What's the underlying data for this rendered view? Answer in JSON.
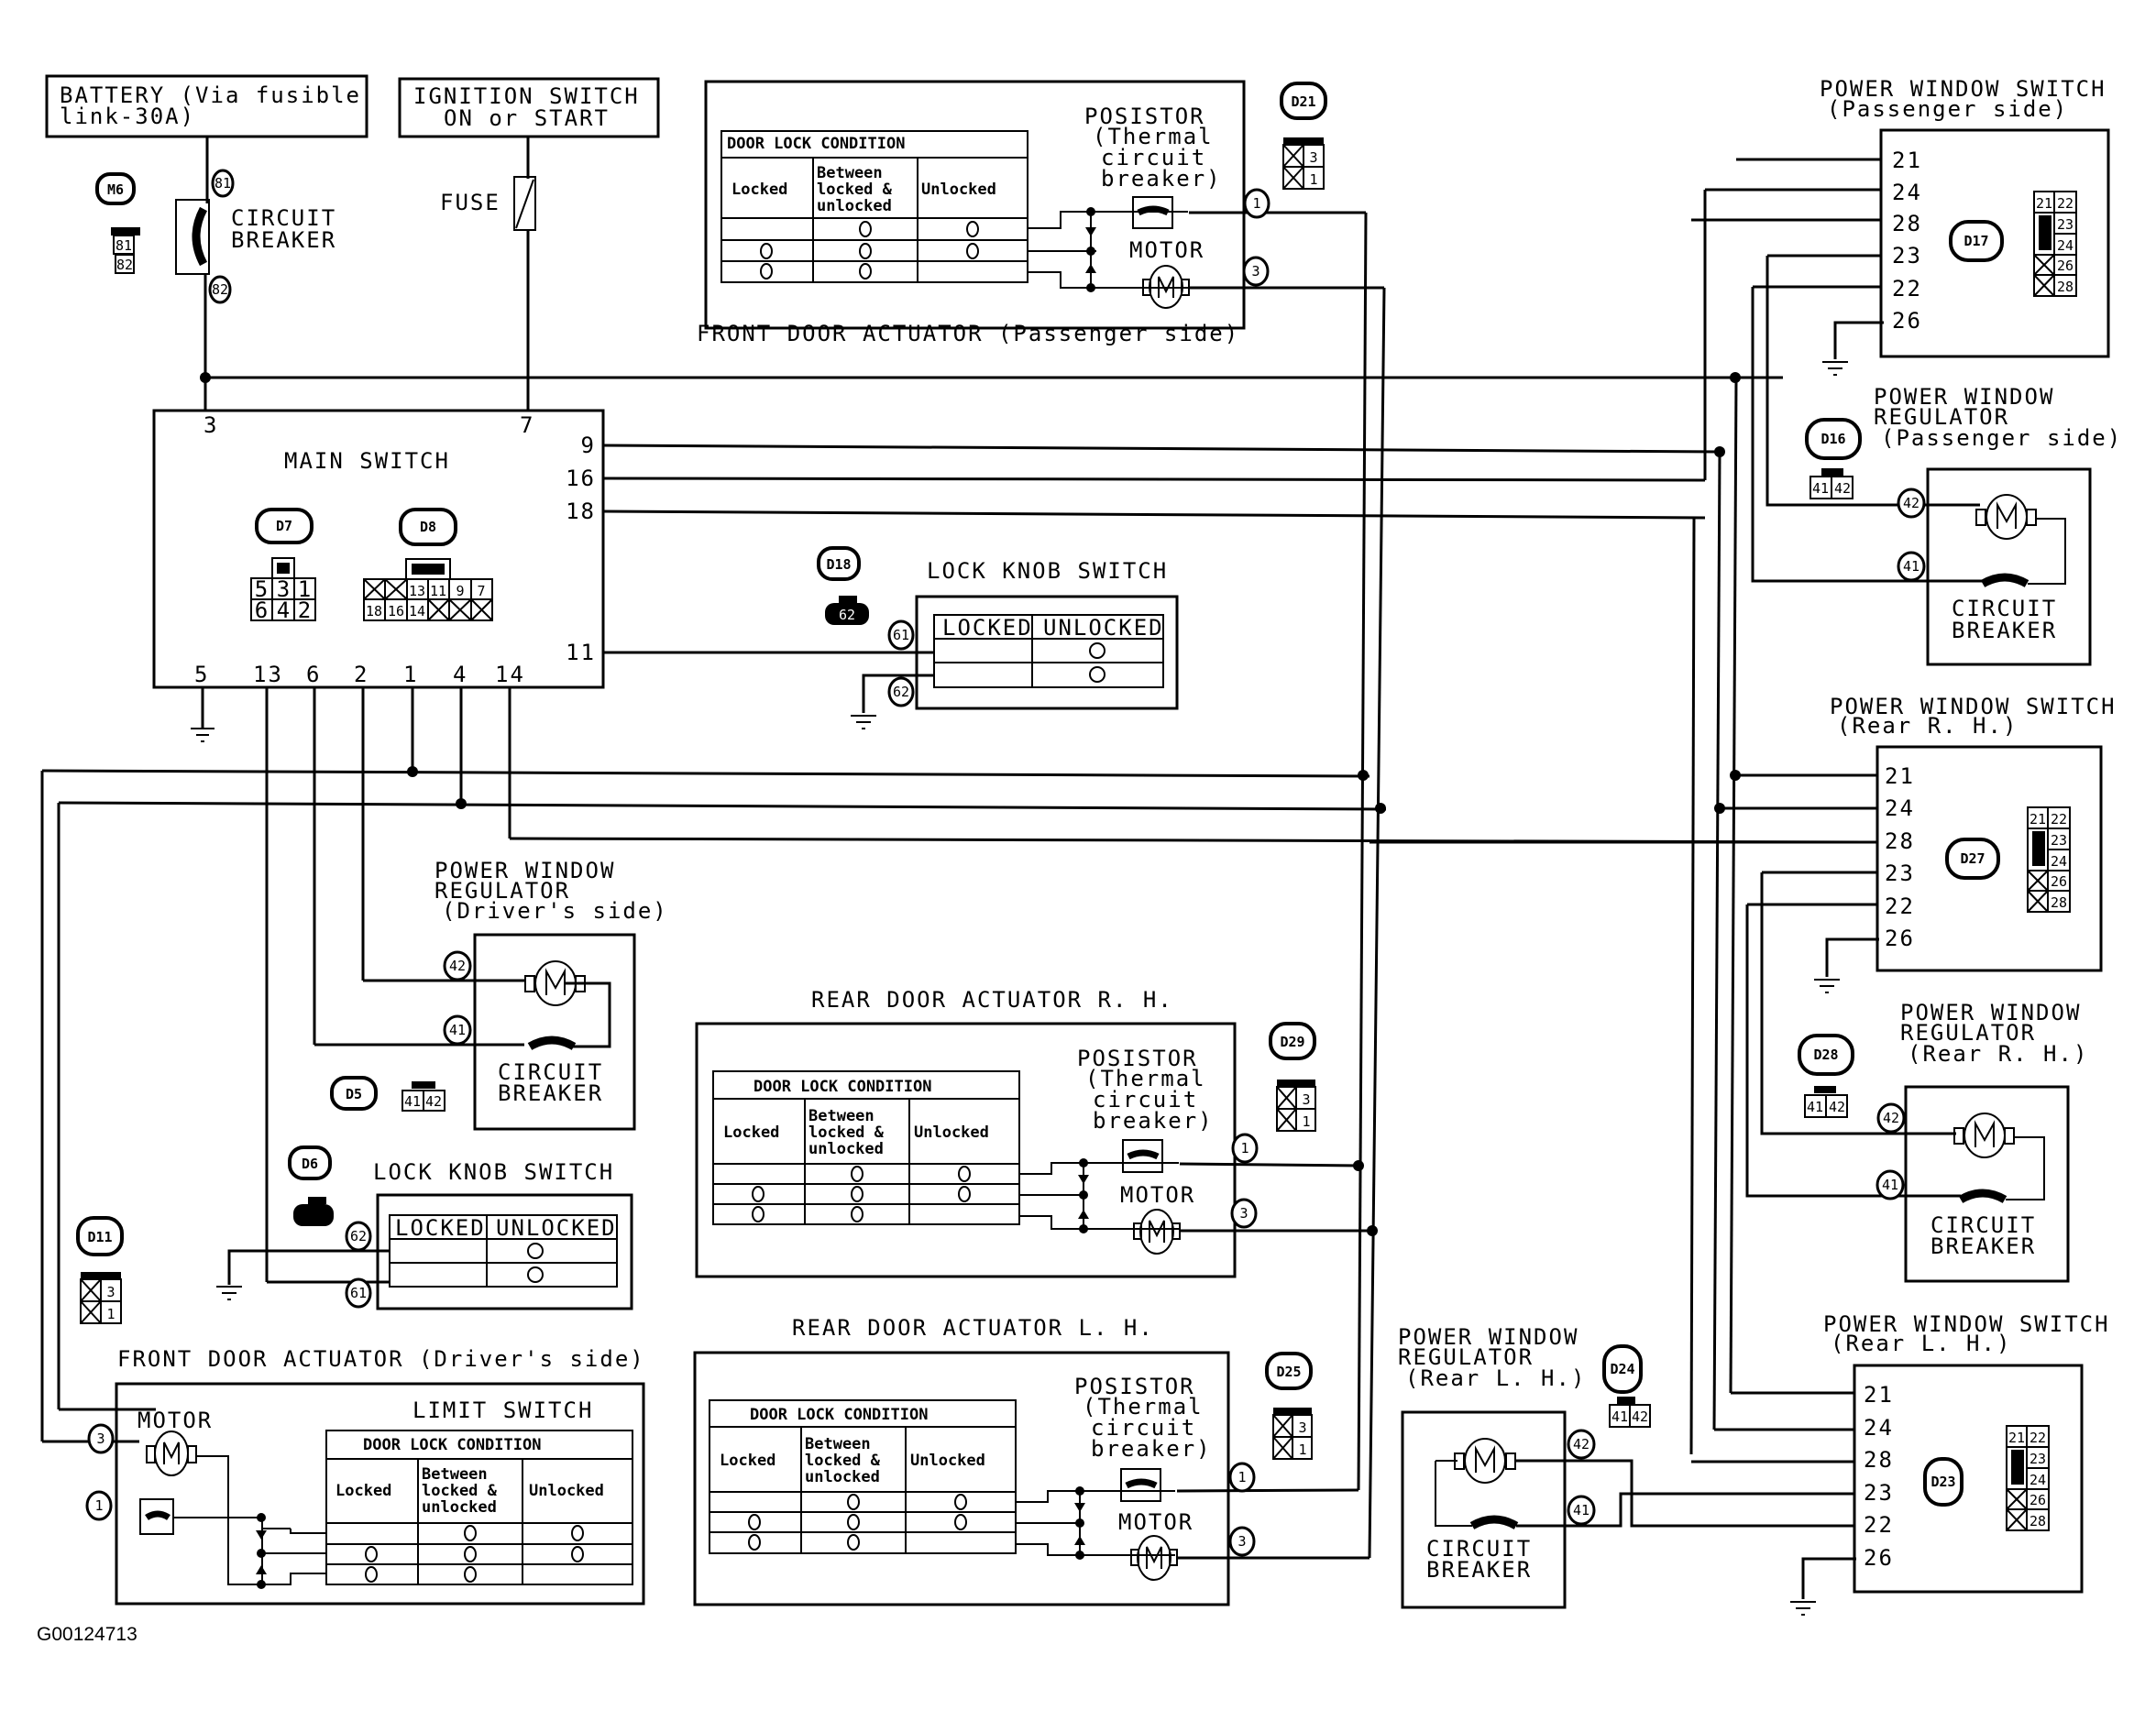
{
  "figure_id": "G00124713",
  "sources": {
    "battery": {
      "line1": "BATTERY (Via fusible",
      "line2": "link-30A)"
    },
    "ignition": {
      "line1": "IGNITION SWITCH",
      "line2": "ON or START"
    },
    "fuse_label": "FUSE",
    "circuit_breaker": {
      "line1": "CIRCUIT",
      "line2": "BREAKER",
      "pin_in": "81",
      "pin_out": "82"
    },
    "connector_m6": {
      "id": "M6",
      "pins": [
        "81",
        "82"
      ]
    }
  },
  "main_switch": {
    "title": "MAIN SWITCH",
    "top_pins": [
      "3",
      "7"
    ],
    "right_pins": [
      "9",
      "16",
      "18",
      "11"
    ],
    "bottom_pins": [
      "5",
      "13",
      "6",
      "2",
      "1",
      "4",
      "14"
    ],
    "connector_d7": {
      "id": "D7",
      "row1": [
        "5",
        "3",
        "1"
      ],
      "row2": [
        "6",
        "4",
        "2"
      ]
    },
    "connector_d8": {
      "id": "D8",
      "row1": [
        "X",
        "X",
        "13",
        "11",
        "9",
        "7"
      ],
      "row2": [
        "18",
        "16",
        "14",
        "X",
        "X",
        "X"
      ]
    }
  },
  "door_lock_table": {
    "header": "DOOR LOCK CONDITION",
    "cols": [
      "Locked",
      "Between locked & unlocked",
      "Unlocked"
    ],
    "col_line2": [
      "",
      "locked &",
      ""
    ],
    "col_line1": [
      "Locked",
      "Between",
      "Unlocked"
    ],
    "col_line3": [
      "",
      "unlocked",
      ""
    ]
  },
  "actuator_labels": {
    "posistor": [
      "POSISTOR",
      "(Thermal",
      "circuit",
      "breaker)"
    ],
    "motor": "MOTOR",
    "pin1": "1",
    "pin3": "3",
    "limit_switch": "LIMIT SWITCH"
  },
  "front_passenger_actuator": {
    "title": "FRONT DOOR ACTUATOR  (Passenger side)",
    "connector": "D21",
    "pins": [
      "3",
      "1"
    ]
  },
  "rear_rh_actuator": {
    "title": "REAR DOOR ACTUATOR R. H.",
    "connector": "D29",
    "pins": [
      "3",
      "1"
    ]
  },
  "rear_lh_actuator": {
    "title": "REAR DOOR ACTUATOR L. H.",
    "connector": "D25",
    "pins": [
      "3",
      "1"
    ]
  },
  "front_driver_actuator": {
    "title": "FRONT DOOR ACTUATOR  (Driver's side)",
    "connector": "D11",
    "pins": [
      "3",
      "1"
    ]
  },
  "lock_knob_switch_d18": {
    "title": "LOCK KNOB SWITCH",
    "connector": "D18",
    "pins": [
      "62",
      "61"
    ],
    "cols": [
      "LOCKED",
      "UNLOCKED"
    ]
  },
  "lock_knob_switch_d6": {
    "title": "LOCK KNOB SWITCH",
    "connector": "D6",
    "pins": [
      "62",
      "61"
    ],
    "cols": [
      "LOCKED",
      "UNLOCKED"
    ]
  },
  "regulator_labels": {
    "line1": "POWER WINDOW",
    "line2": "REGULATOR",
    "cb1": "CIRCUIT",
    "cb2": "BREAKER",
    "pin42": "42",
    "pin41": "41"
  },
  "regulator_driver": {
    "sub": "(Driver's side)",
    "connector": "D5",
    "pins": [
      "41",
      "42"
    ]
  },
  "regulator_passenger": {
    "sub": "(Passenger side)",
    "connector": "D16",
    "pins": [
      "41",
      "42"
    ]
  },
  "regulator_rear_rh": {
    "sub": "(Rear R. H.)",
    "connector": "D28",
    "pins": [
      "41",
      "42"
    ]
  },
  "regulator_rear_lh": {
    "sub": "(Rear L. H.)",
    "connector": "D24",
    "pins": [
      "41",
      "42"
    ]
  },
  "pw_switch_labels": {
    "title": "POWER WINDOW SWITCH",
    "pins": [
      "21",
      "24",
      "28",
      "23",
      "22",
      "26"
    ],
    "conn_grid": [
      [
        "21",
        "22"
      ],
      [
        "",
        "23"
      ],
      [
        "",
        "24"
      ],
      [
        "X",
        "26"
      ],
      [
        "X",
        "28"
      ]
    ]
  },
  "pw_switch_passenger": {
    "sub": "(Passenger side)",
    "connector": "D17"
  },
  "pw_switch_rear_rh": {
    "sub": "(Rear R. H.)",
    "connector": "D27"
  },
  "pw_switch_rear_lh": {
    "sub": "(Rear L. H.)",
    "connector": "D23"
  }
}
